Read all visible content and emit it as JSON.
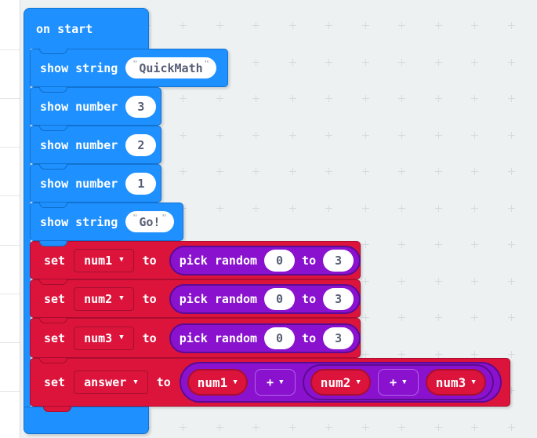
{
  "icons": {
    "dropdown_arrow": "▼"
  },
  "colors": {
    "basic_blue": "#1e90ff",
    "variables_red": "#dc143c",
    "math_purple": "#8a12ce",
    "field_text": "#575e75",
    "canvas_bg": "#edf1f2"
  },
  "on_start": {
    "label": "on start"
  },
  "rows": [
    {
      "type": "show_string",
      "label": "show string",
      "open_quote": "\"",
      "value": "QuickMath",
      "close_quote": "\""
    },
    {
      "type": "show_number",
      "label": "show number",
      "value": "3"
    },
    {
      "type": "show_number",
      "label": "show number",
      "value": "2"
    },
    {
      "type": "show_number",
      "label": "show number",
      "value": "1"
    },
    {
      "type": "show_string",
      "label": "show string",
      "open_quote": "\"",
      "value": "Go!",
      "close_quote": "\""
    },
    {
      "type": "set_random",
      "set_label": "set",
      "variable": "num1",
      "to_label": "to",
      "random": {
        "label": "pick random",
        "from": "0",
        "to_word": "to",
        "to": "3"
      }
    },
    {
      "type": "set_random",
      "set_label": "set",
      "variable": "num2",
      "to_label": "to",
      "random": {
        "label": "pick random",
        "from": "0",
        "to_word": "to",
        "to": "3"
      }
    },
    {
      "type": "set_random",
      "set_label": "set",
      "variable": "num3",
      "to_label": "to",
      "random": {
        "label": "pick random",
        "from": "0",
        "to_word": "to",
        "to": "3"
      }
    },
    {
      "type": "set_expression",
      "set_label": "set",
      "variable": "answer",
      "to_label": "to",
      "expr": {
        "a": "num1",
        "op1": "+",
        "b": "num2",
        "op2": "+",
        "c": "num3"
      }
    }
  ]
}
